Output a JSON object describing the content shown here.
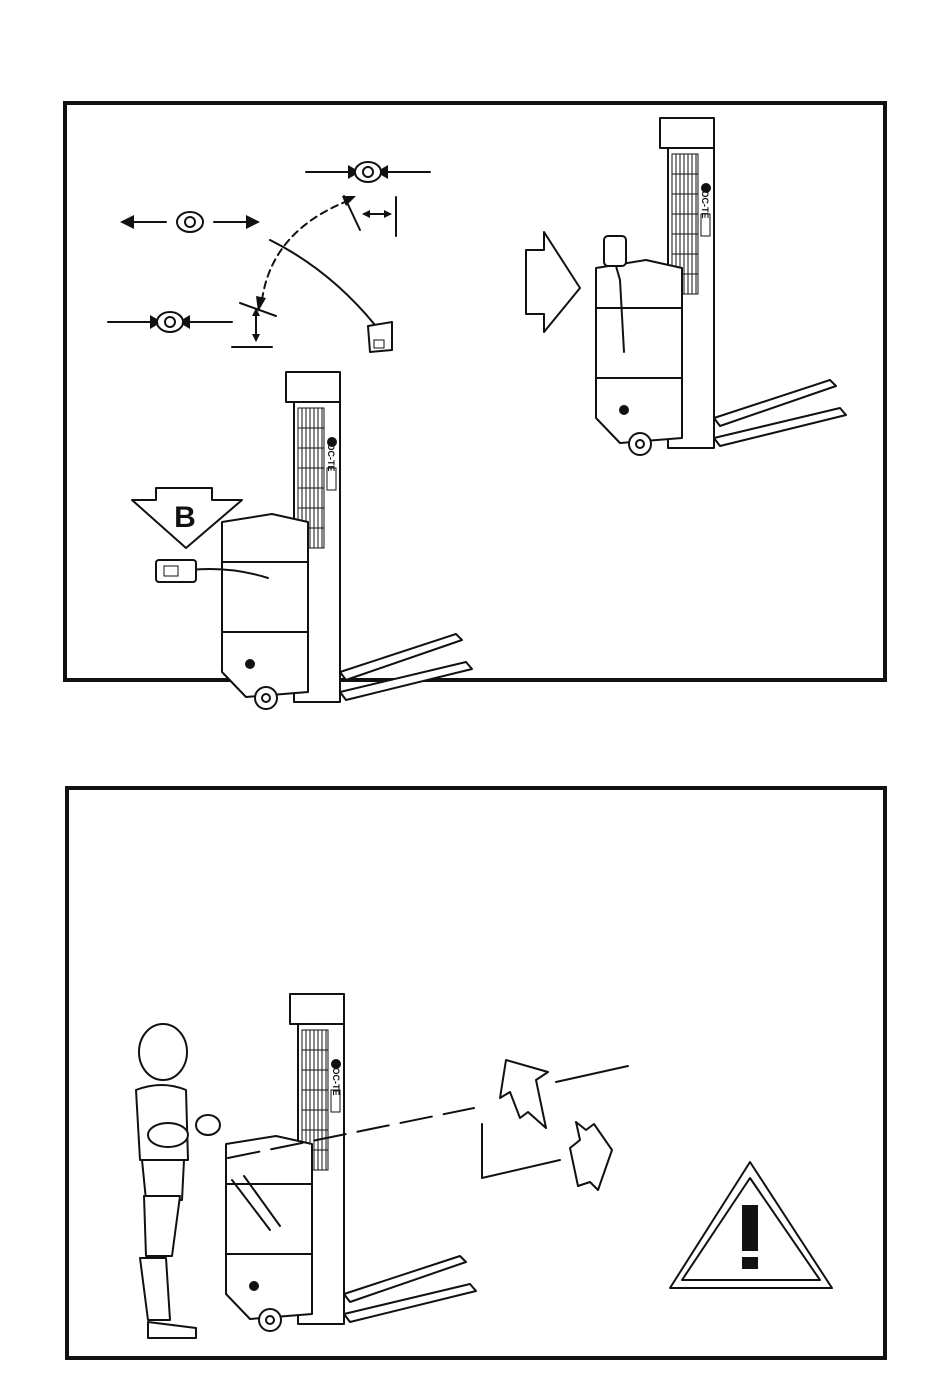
{
  "diagram_top": {
    "callout_letter": "B",
    "brand_text": "LOC-TE"
  },
  "diagram_bottom": {
    "brand_text": "LOC-TE",
    "warning_symbol": "!"
  },
  "icons": [
    "handle-position-symbol",
    "double-arrow-icon",
    "down-arrow-icon",
    "right-arrow-icon",
    "warning-triangle-icon"
  ],
  "colors": {
    "ink": "#111111",
    "paper": "#ffffff"
  }
}
